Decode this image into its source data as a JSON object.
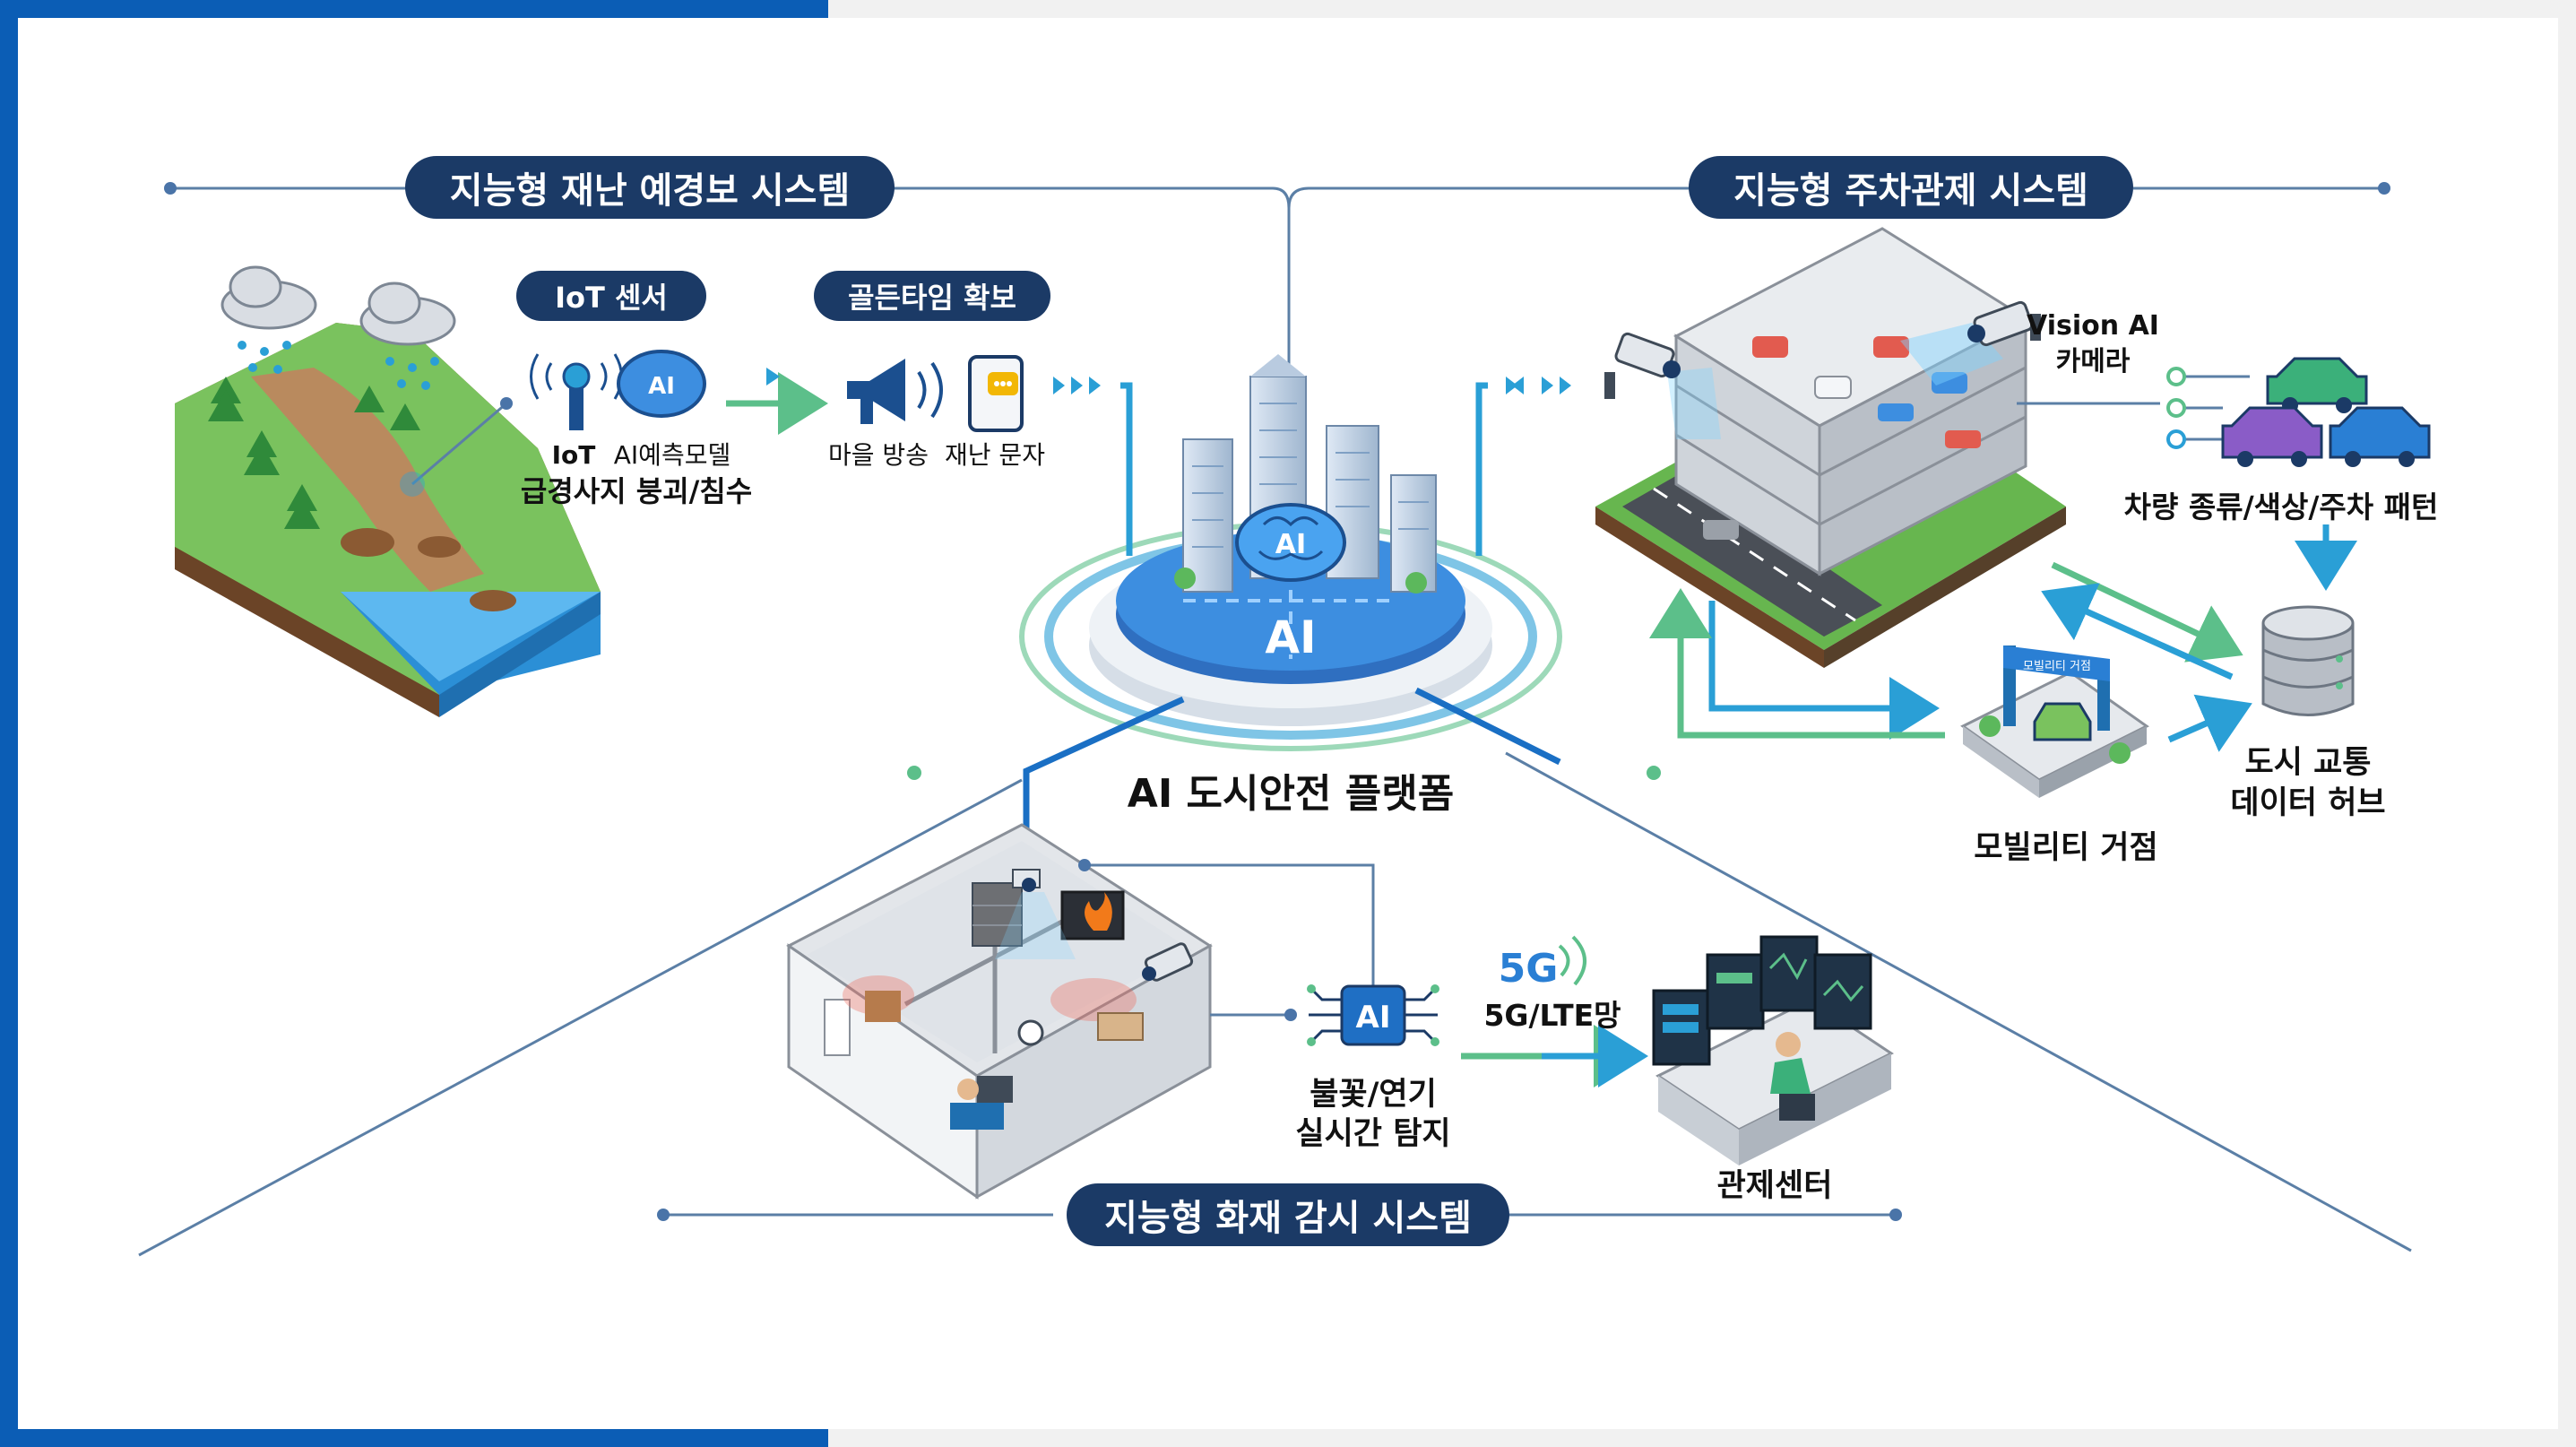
{
  "sections": {
    "disaster": {
      "title": "지능형 재난 예경보 시스템",
      "iot_pill": "IoT 센서",
      "golden_pill": "골든타임 확보",
      "iot_label": "IoT",
      "ai_model_label": "AI예측모델",
      "hazard_label": "급경사지 붕괴/침수",
      "broadcast_label": "마을 방송",
      "sms_label": "재난 문자"
    },
    "parking": {
      "title": "지능형 주차관제 시스템",
      "camera_label_line1": "Vision AI",
      "camera_label_line2": "카메라",
      "vehicle_label": "차량 종류/색상/주차 패턴",
      "hub_label_line1": "도시 교통",
      "hub_label_line2": "데이터 허브",
      "mobility_label": "모빌리티 거점",
      "mobility_sign": "모빌리티 거점"
    },
    "platform": {
      "title": "AI 도시안전 플랫폼",
      "ai_text": "AI",
      "brain_text": "AI"
    },
    "fire": {
      "title": "지능형 화재 감시 시스템",
      "chip_text": "AI",
      "detect_line1": "불꽃/연기",
      "detect_line2": "실시간 탐지",
      "network_big": "5G",
      "network_label": "5G/LTE망",
      "control_label": "관제센터"
    }
  },
  "colors": {
    "navy": "#1b3a66",
    "blue": "#2a9fd6",
    "green": "#5cbf8a",
    "frame": "#0b5db5"
  }
}
